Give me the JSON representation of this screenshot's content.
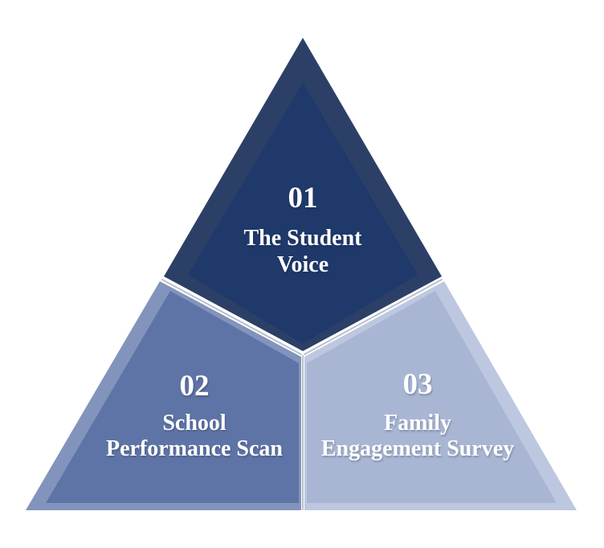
{
  "diagram": {
    "type": "segmented-pyramid",
    "background_color": "#ffffff",
    "text_color": "#ffffff",
    "gap_line_color": "#b2b9c6",
    "sections": [
      {
        "number": "01",
        "label": "The Student Voice",
        "line1": "The Student",
        "line2": "Voice",
        "fill_main": "#1e396a",
        "fill_edge": "#2c4067"
      },
      {
        "number": "02",
        "label": "School Performance Scan",
        "line1": "School",
        "line2": "Performance Scan",
        "fill_main": "#5f74a6",
        "fill_edge": "#8294bc"
      },
      {
        "number": "03",
        "label": "Family Engagement Survey",
        "line1": "Family",
        "line2": "Engagement Survey",
        "fill_main": "#a9b6d3",
        "fill_edge": "#bdc8e0"
      }
    ]
  }
}
